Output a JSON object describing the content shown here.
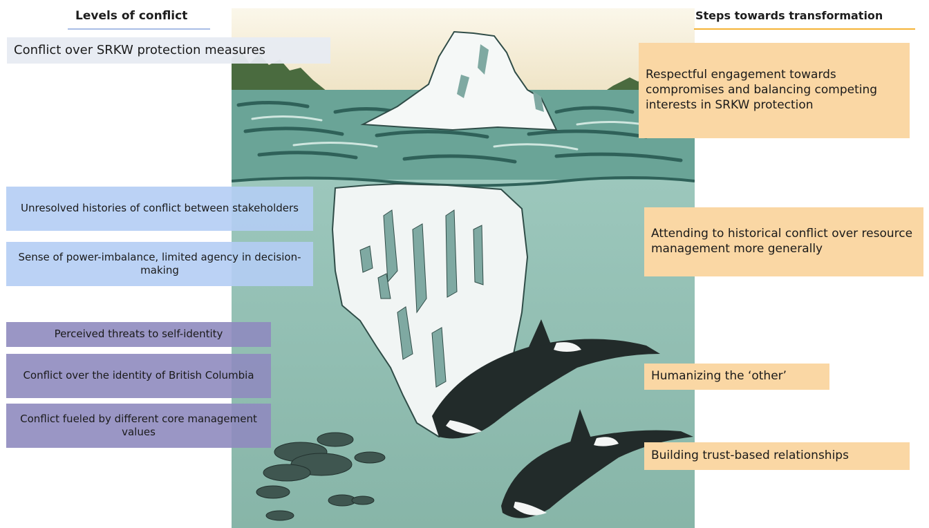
{
  "headers": {
    "left": "Levels of conflict",
    "right": "Steps towards transformation"
  },
  "left_boxes": [
    "Conflict over SRKW protection measures",
    "Unresolved histories of conflict between stakeholders",
    "Sense of power-imbalance, limited agency in decision-making",
    "Perceived threats to self-identity",
    "Conflict over the identity of British Columbia",
    "Conflict fueled by different core management values"
  ],
  "right_boxes": [
    "Respectful engagement towards compromises and balancing competing interests in SRKW protection",
    "Attending to historical conflict over resource management more generally",
    "Humanizing the ‘other’",
    "Building trust-based relationships"
  ],
  "colors": {
    "left_header_underline": "#a9bde6",
    "right_header_underline": "#f5b335",
    "level1_box": "#e7ebf2",
    "level2_box": "#b4cdf4",
    "level3_box": "#8f8bbf",
    "right_box": "#fad7a4",
    "sea": "#8fbdb0",
    "sky": "#f2ead2"
  }
}
